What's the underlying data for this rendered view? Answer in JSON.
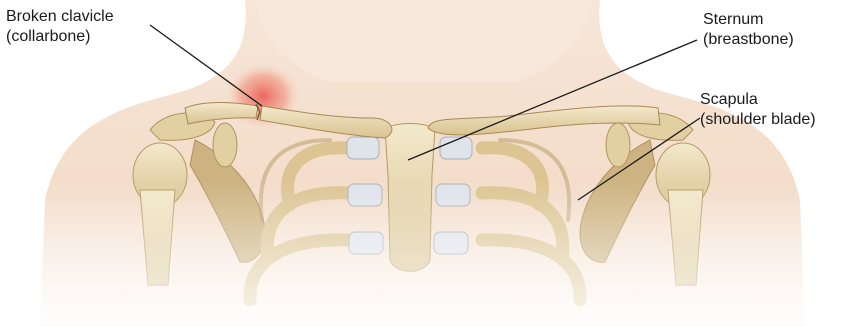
{
  "labels": {
    "clavicle": {
      "name": "Broken clavicle",
      "common": "(collarbone)"
    },
    "sternum": {
      "name": "Sternum",
      "common": "(breastbone)"
    },
    "scapula": {
      "name": "Scapula",
      "common": "(shoulder blade)"
    }
  },
  "colors": {
    "skin": "#f4dccb",
    "bone": "#ecdfb9",
    "bone_shadow": "#c9ad78",
    "cartilage": "#dfe3ea",
    "injury": "#e8504c"
  }
}
